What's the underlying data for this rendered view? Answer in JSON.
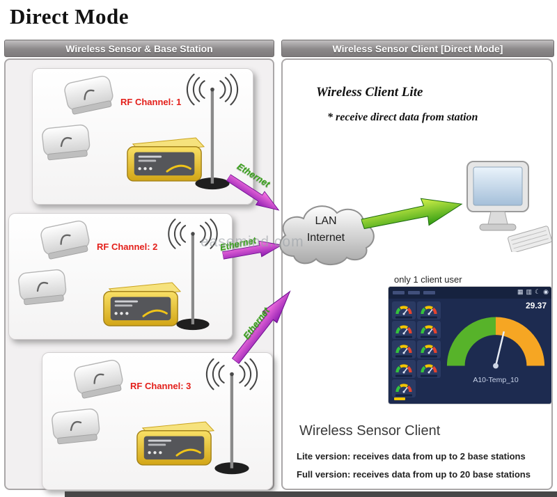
{
  "page": {
    "title": "Direct Mode",
    "watermark": "easemind.com"
  },
  "left_panel": {
    "header": "Wireless Sensor & Base Station",
    "ethernet_label": "Ethernet",
    "groups": [
      {
        "rf_label": "RF Channel: 1"
      },
      {
        "rf_label": "RF Channel: 2"
      },
      {
        "rf_label": "RF Channel: 3"
      }
    ]
  },
  "network": {
    "cloud_line1": "LAN",
    "cloud_line2": "Internet"
  },
  "right_panel": {
    "header": "Wireless Sensor Client [Direct Mode]",
    "client_title": "Wireless Client Lite",
    "client_note": "* receive direct data from station",
    "client_user_note": "only 1 client user",
    "dashboard": {
      "reading": "29.37",
      "gauge_label": "A10-Temp_10",
      "toolbar_icons": [
        "▦",
        "▥",
        "☾",
        "◉"
      ]
    },
    "footer_title": "Wireless Sensor Client",
    "footer_lines": [
      "Lite version: receives data from up to 2 base stations",
      "Full version: receives data from up to 20 base stations"
    ]
  },
  "colors": {
    "accent_red": "#e31f1a",
    "ethernet_green": "#3aa21b",
    "station_yellow": "#e8bc2a",
    "gauge_green": "#57b32a",
    "gauge_orange": "#f6a623",
    "dashboard_navy": "#1d2b50"
  }
}
